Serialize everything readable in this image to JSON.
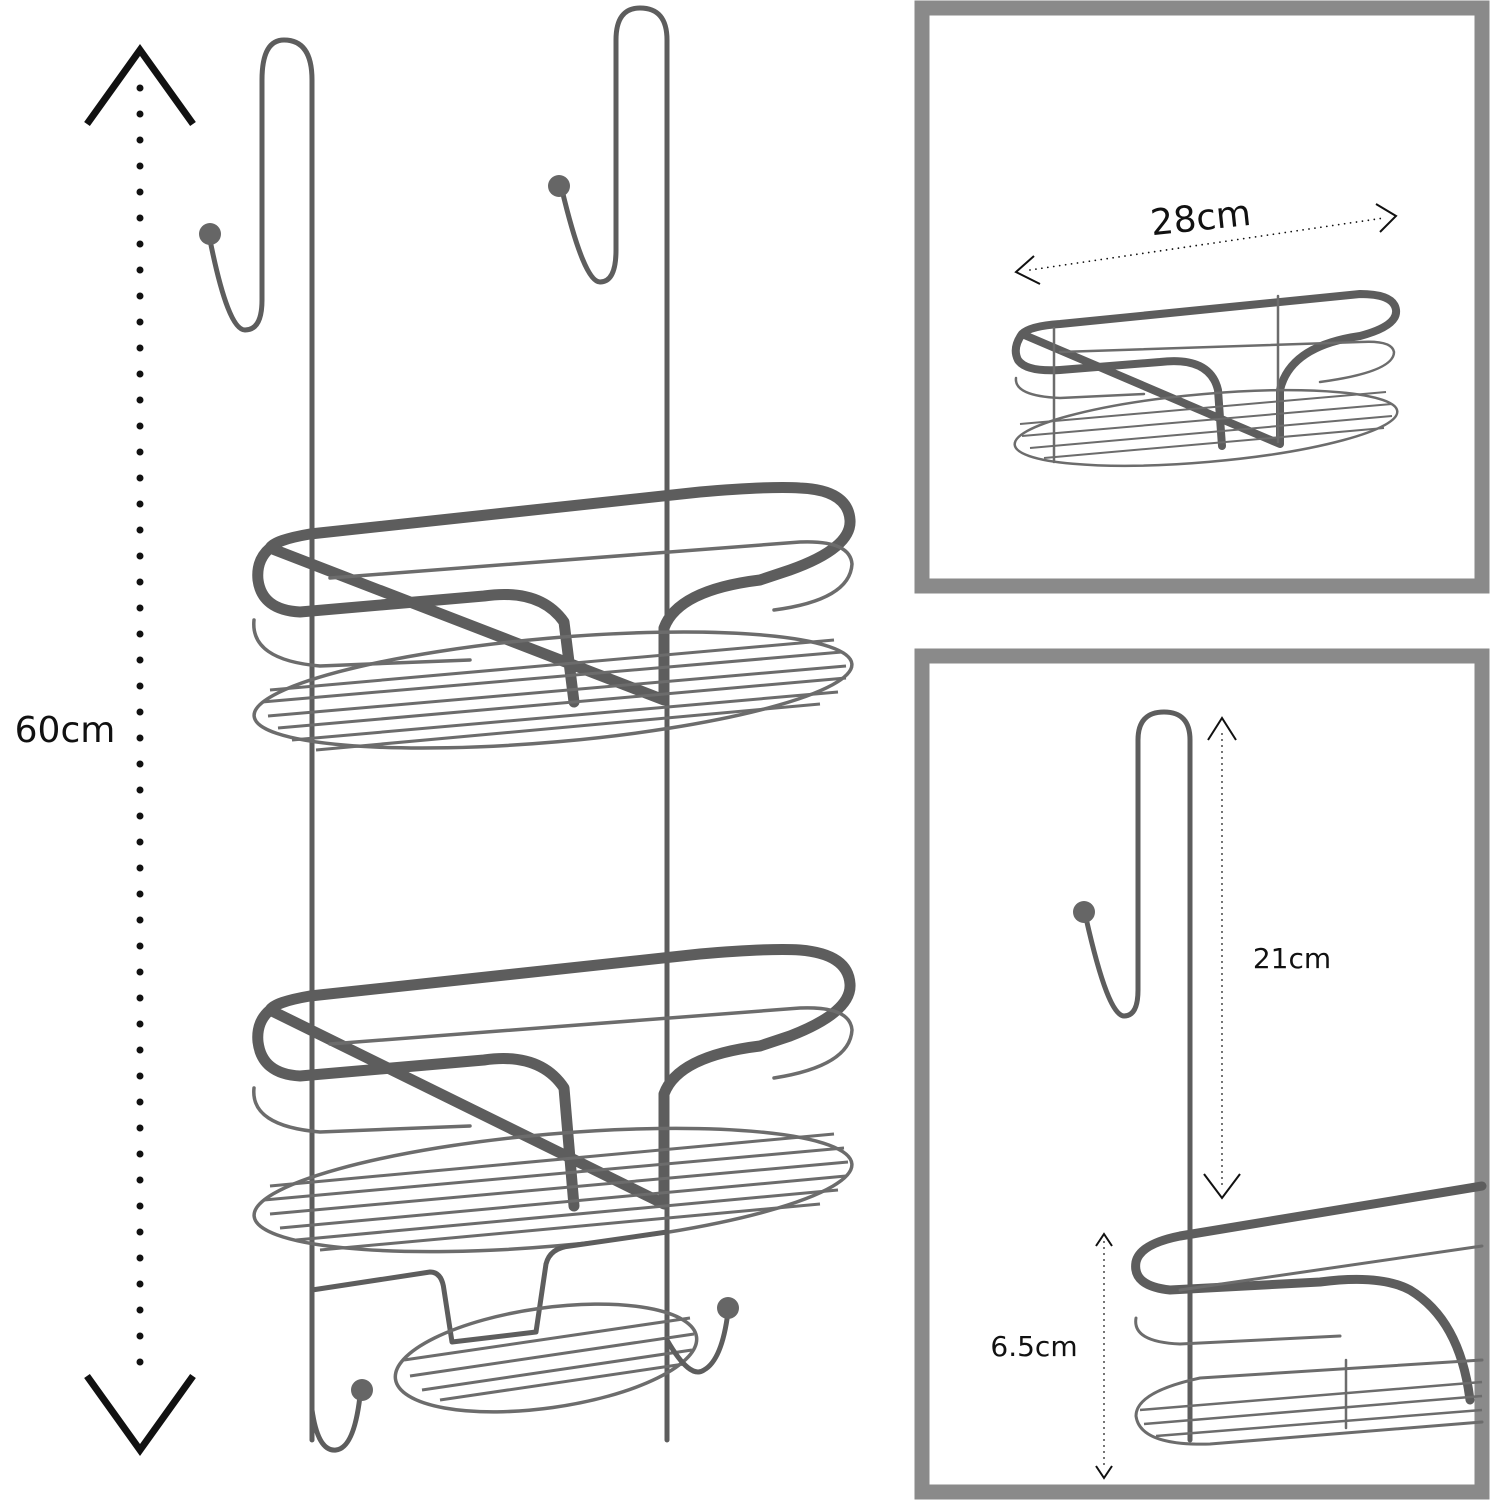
{
  "dimensions": {
    "overall_height": "60cm",
    "basket_width": "28cm",
    "hook_length": "21cm",
    "basket_depth": "6.5cm"
  },
  "colors": {
    "wire": "#5d5d5d",
    "frame": "#8a8a8a",
    "background": "#ffffff",
    "text": "#111111"
  }
}
